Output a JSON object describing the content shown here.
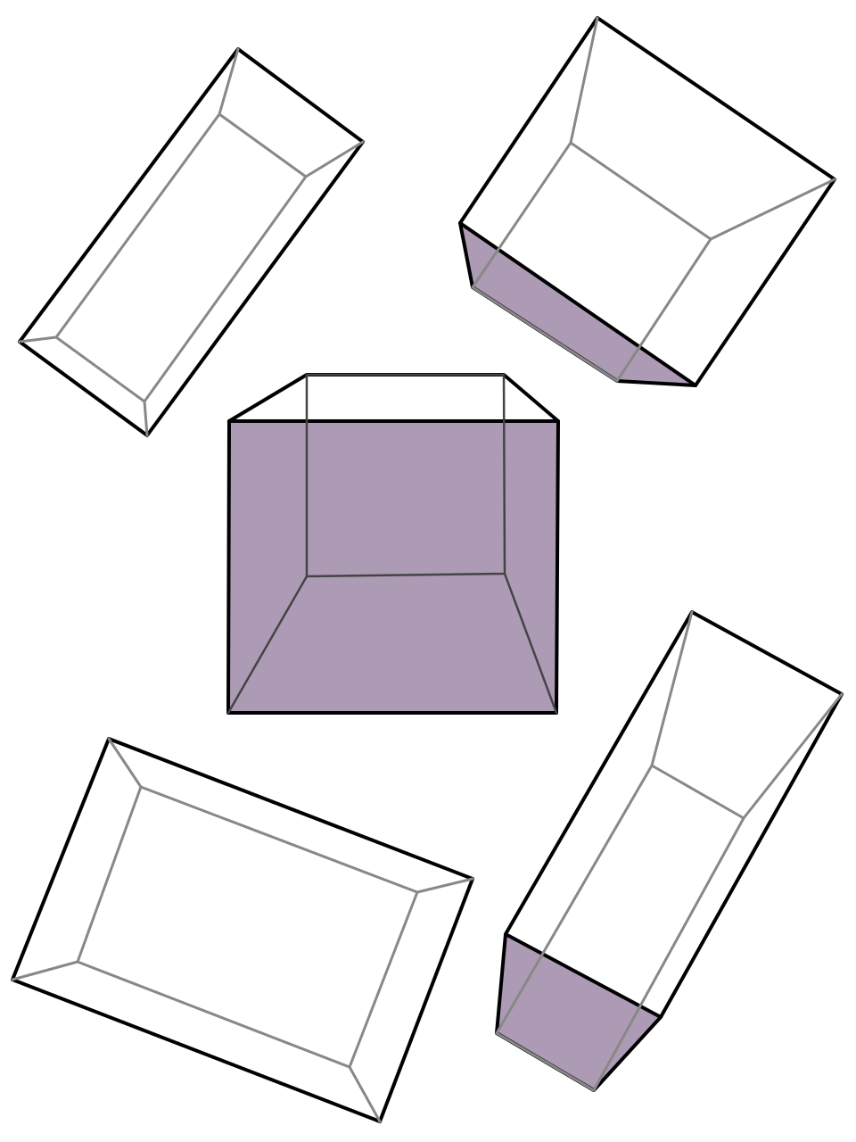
{
  "colors": {
    "background": "#ffffff",
    "shaded_face": "#ad9bb5",
    "outer_edge": "#000000",
    "inner_edge": "#888888"
  },
  "shapes": [
    {
      "name": "prism-top-left",
      "shaded": false
    },
    {
      "name": "prism-top-right",
      "shaded": true
    },
    {
      "name": "prism-center",
      "shaded": true
    },
    {
      "name": "prism-bottom-left",
      "shaded": false
    },
    {
      "name": "prism-bottom-right",
      "shaded": true
    }
  ]
}
